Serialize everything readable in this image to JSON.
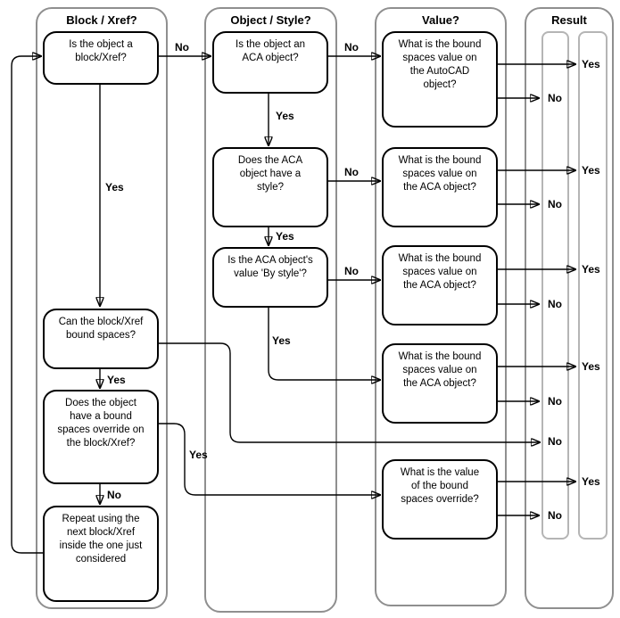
{
  "columns": [
    {
      "header": "Block / Xref?"
    },
    {
      "header": "Object / Style?"
    },
    {
      "header": "Value?"
    },
    {
      "header": "Result"
    }
  ],
  "nodes": [
    {
      "id": "is-block-xref",
      "text": "Is the object a\nblock/Xref?"
    },
    {
      "id": "can-bound-spaces",
      "text": "Can the block/Xref\nbound spaces?"
    },
    {
      "id": "has-override",
      "text": "Does the object\nhave a bound\nspaces override on\nthe block/Xref?"
    },
    {
      "id": "repeat-next",
      "text": "Repeat using the\nnext block/Xref\ninside the one just\nconsidered"
    },
    {
      "id": "is-aca-object",
      "text": "Is the object an\nACA object?"
    },
    {
      "id": "has-style",
      "text": "Does the ACA\nobject have a\nstyle?"
    },
    {
      "id": "by-style",
      "text": "Is the ACA object's\nvalue 'By style'?"
    },
    {
      "id": "value-autocad",
      "text": "What is the bound\nspaces value on\nthe AutoCAD\nobject?"
    },
    {
      "id": "value-aca-1",
      "text": "What is the bound\nspaces value on\nthe ACA object?"
    },
    {
      "id": "value-aca-2",
      "text": "What is the bound\nspaces value on\nthe ACA object?"
    },
    {
      "id": "value-aca-3",
      "text": "What is the bound\nspaces value on\nthe ACA object?"
    },
    {
      "id": "value-override",
      "text": "What is the value\nof the bound\nspaces override?"
    }
  ],
  "edge_labels": [
    {
      "edge": "is-block-xref-to-is-aca-object",
      "label": "No"
    },
    {
      "edge": "is-aca-object-to-value-autocad",
      "label": "No"
    },
    {
      "edge": "is-block-xref-to-can-bound-spaces",
      "label": "Yes"
    },
    {
      "edge": "is-aca-object-to-has-style",
      "label": "Yes"
    },
    {
      "edge": "has-style-to-value-aca-1",
      "label": "No"
    },
    {
      "edge": "has-style-to-by-style",
      "label": "Yes"
    },
    {
      "edge": "by-style-to-value-aca-2",
      "label": "No"
    },
    {
      "edge": "by-style-to-value-aca-3",
      "label": "Yes"
    },
    {
      "edge": "can-bound-spaces-to-has-override",
      "label": "Yes"
    },
    {
      "edge": "has-override-to-value-override",
      "label": "Yes"
    },
    {
      "edge": "has-override-to-repeat-next",
      "label": "No"
    }
  ],
  "results": [
    {
      "label": "Yes"
    },
    {
      "label": "No"
    },
    {
      "label": "Yes"
    },
    {
      "label": "No"
    },
    {
      "label": "Yes"
    },
    {
      "label": "No"
    },
    {
      "label": "Yes"
    },
    {
      "label": "No"
    },
    {
      "label": "No"
    },
    {
      "label": "Yes"
    },
    {
      "label": "No"
    }
  ]
}
